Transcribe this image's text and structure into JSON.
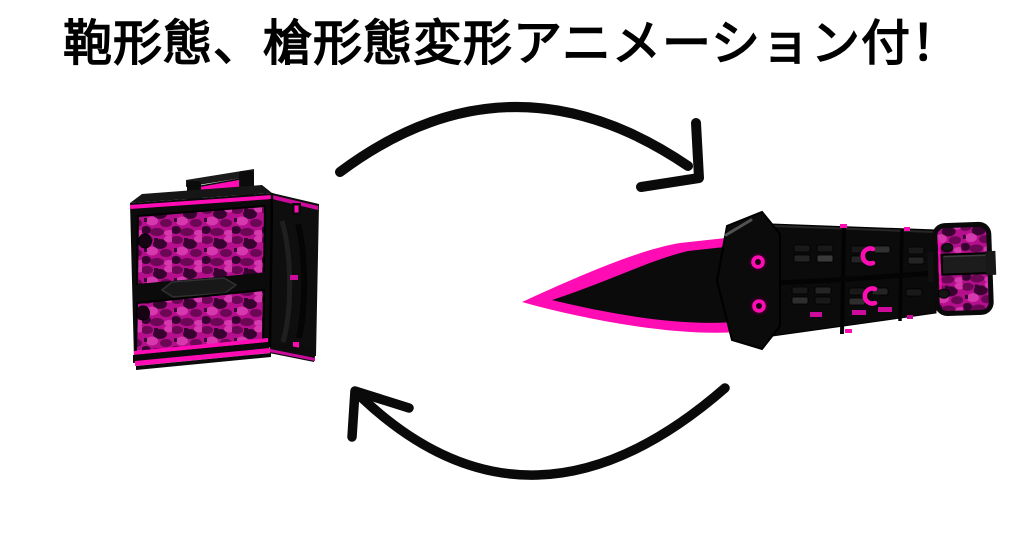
{
  "title": "鞄形態、槍形態変形アニメーション付！",
  "scene": {
    "left_object": "camo-briefcase-form-3d-render",
    "right_object": "spear-dagger-form-3d-render",
    "top_arrow": "curved-arrow-bag-to-spear",
    "bottom_arrow": "curved-arrow-spear-to-bag"
  },
  "colors": {
    "background": "#ffffff",
    "title_text": "#000000",
    "arrow": "#0a0a0a",
    "pink": "#ff0cb5",
    "pink_deep": "#cc0b9c",
    "camo_base": "#b50f8e",
    "camo_dark": "#6b0754",
    "camo_darker": "#390331",
    "camo_light": "#d639ae",
    "body_black": "#0b0b0b",
    "body_black_soft": "#1b1b1b",
    "highlight_gray": "#525252"
  }
}
